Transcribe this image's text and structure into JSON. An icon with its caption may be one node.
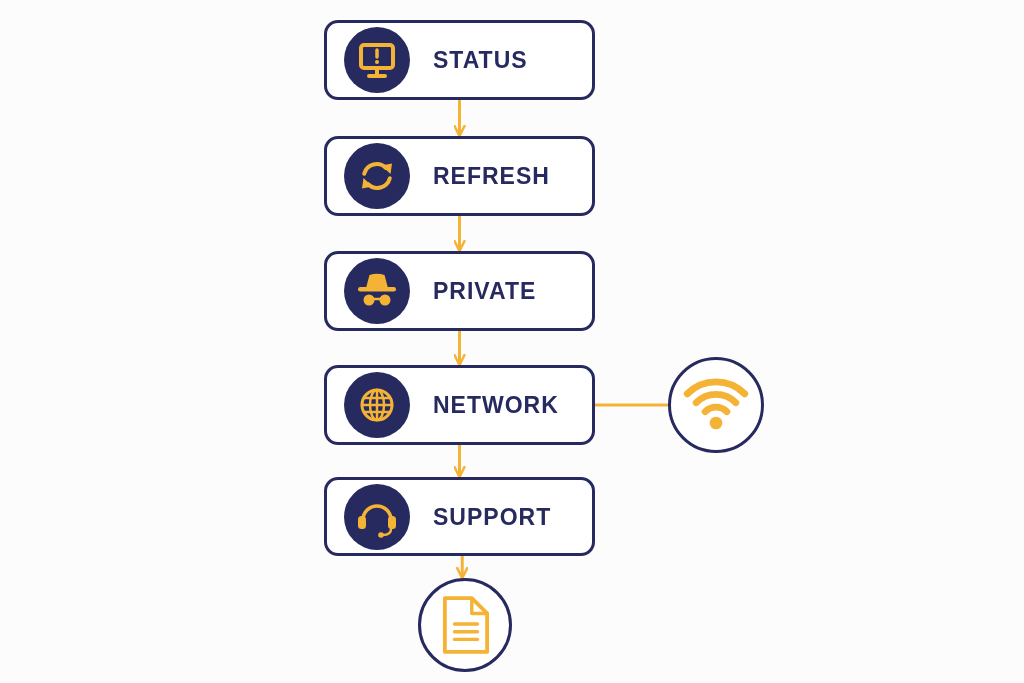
{
  "diagram": {
    "nodes": [
      {
        "text": [
          "STATUS"
        ]
      },
      {
        "text": [
          "REFRESH"
        ]
      },
      {
        "text": [
          "PRIVATE"
        ]
      },
      {
        "text": [
          "NETWORK"
        ]
      },
      {
        "text": [
          "SUPPORT"
        ]
      },
      {
        "text": [],
        "shape": "circle"
      },
      {
        "text": [],
        "shape": "circle"
      }
    ],
    "edges": [
      {
        "from": 0,
        "to": 1,
        "arrow": "to"
      },
      {
        "from": 1,
        "to": 2,
        "arrow": "to"
      },
      {
        "from": 2,
        "to": 3,
        "arrow": "to"
      },
      {
        "from": 3,
        "to": 4,
        "arrow": "to"
      },
      {
        "from": 3,
        "to": 5,
        "arrow": "none"
      },
      {
        "from": 4,
        "to": 6,
        "arrow": "to"
      }
    ]
  }
}
